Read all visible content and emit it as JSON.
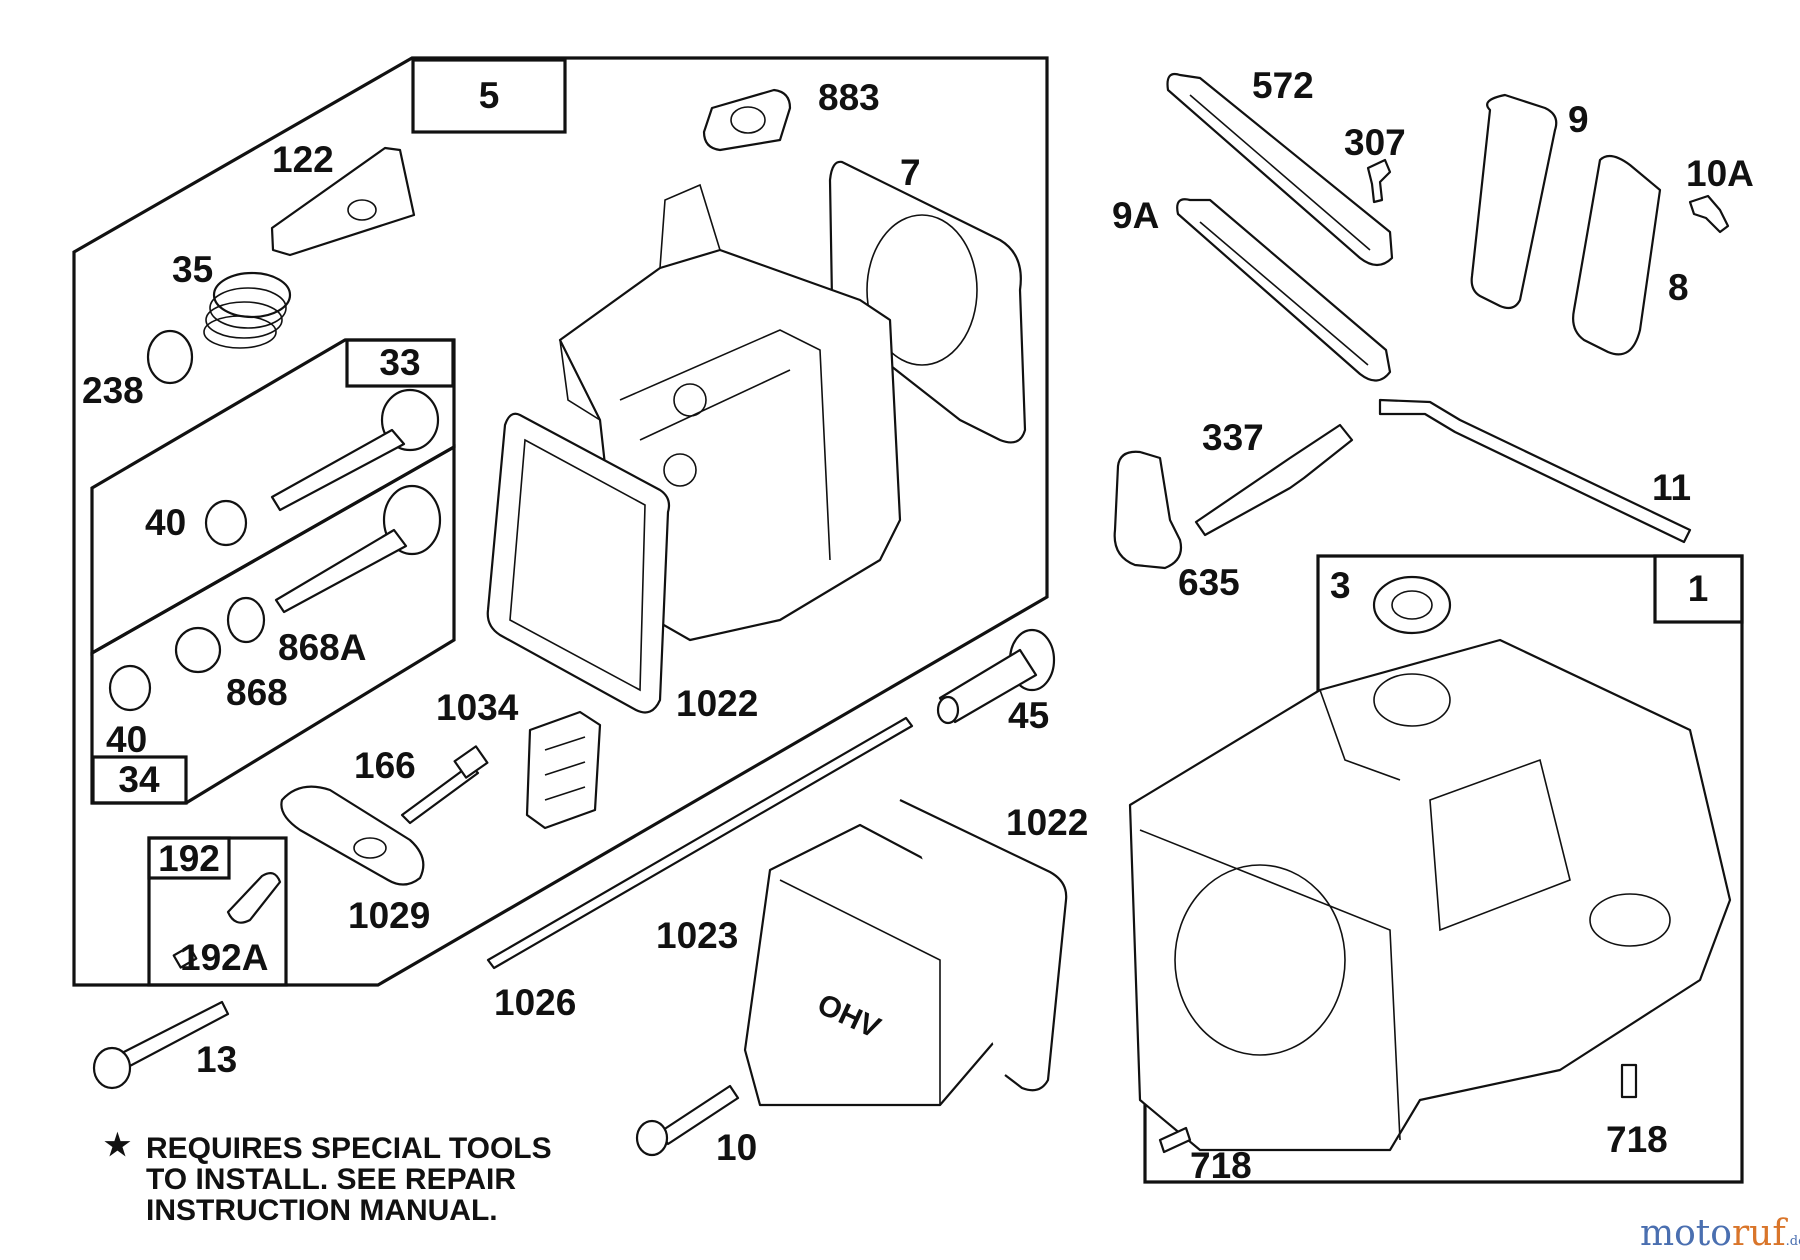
{
  "callouts": {
    "p5": "5",
    "p883": "883",
    "p7": "7",
    "p122": "122",
    "p35": "35",
    "p238": "238",
    "p33": "33",
    "p40a": "40",
    "p868A": "868A",
    "p868": "868",
    "p40b": "40",
    "p34": "34",
    "p1034": "1034",
    "p1022a": "1022",
    "p45": "45",
    "p166": "166",
    "p192": "192",
    "p1029": "1029",
    "p192A": "192A",
    "p13": "13",
    "p1026": "1026",
    "p1023": "1023",
    "p1022b": "1022",
    "p10": "10",
    "p572": "572",
    "p307": "307",
    "p9": "9",
    "p10A": "10A",
    "p9A": "9A",
    "p8": "8",
    "p337": "337",
    "p11": "11",
    "p635": "635",
    "p3": "3",
    "p1": "1",
    "p718a": "718",
    "p718b": "718"
  },
  "cover_text": "OHV",
  "note": {
    "star": "★",
    "line1": "REQUIRES SPECIAL TOOLS",
    "line2": "TO INSTALL.  SEE REPAIR",
    "line3": "INSTRUCTION MANUAL."
  },
  "watermark": {
    "part1": "moto",
    "part2": "ruf",
    "suffix": ".de"
  }
}
